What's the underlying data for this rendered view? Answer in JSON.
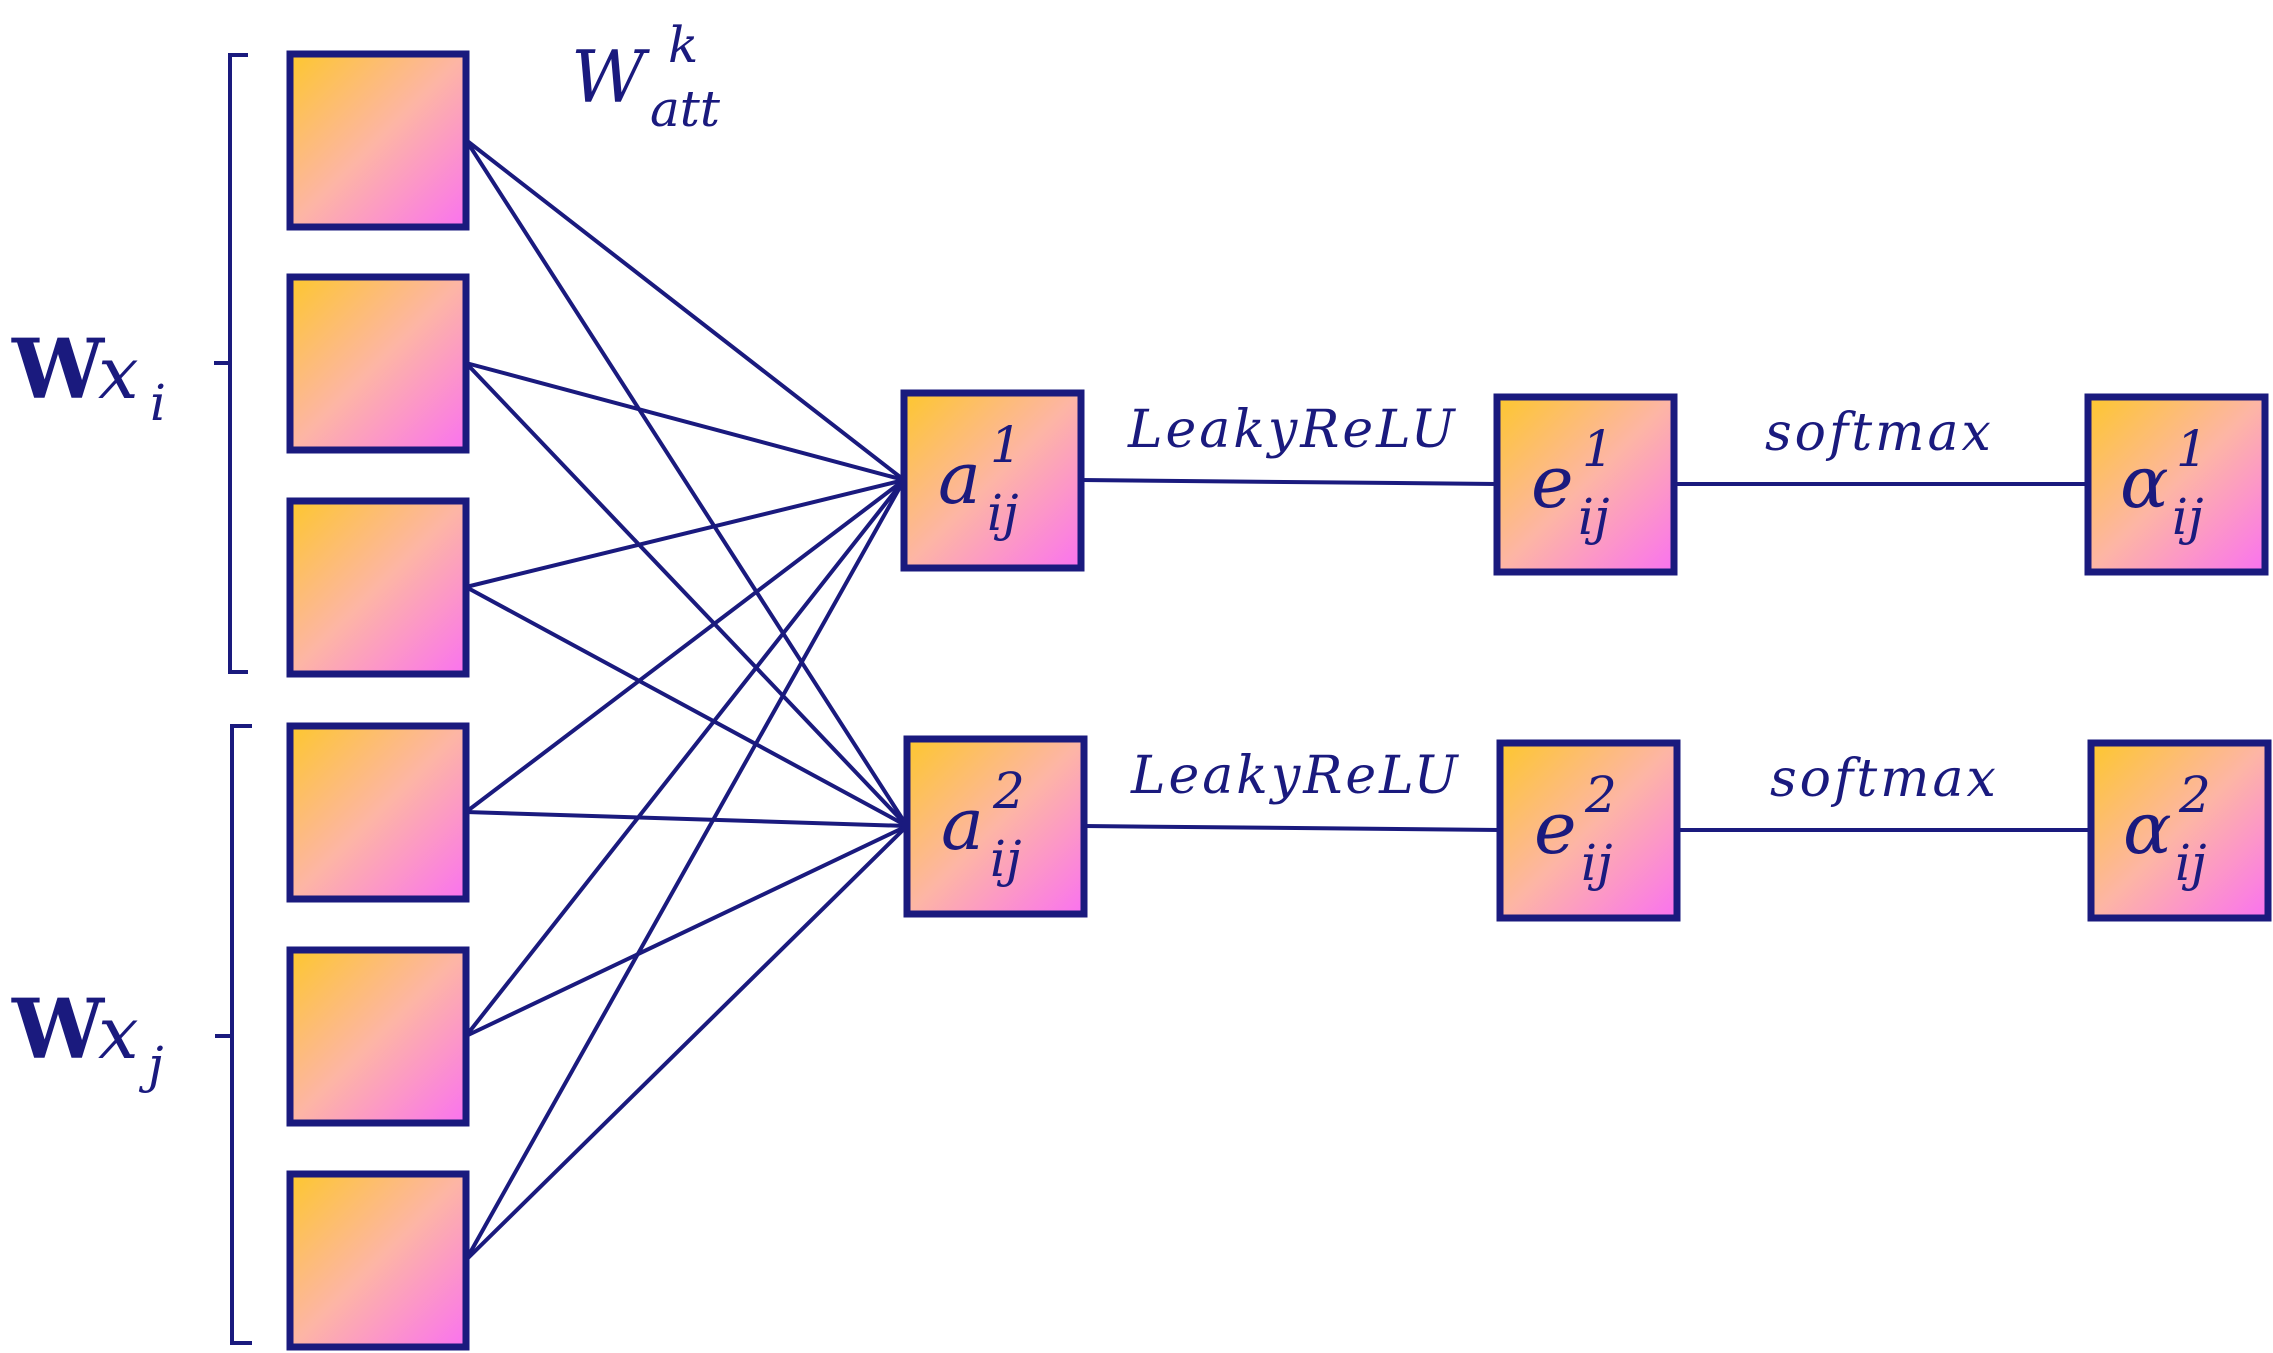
{
  "colors": {
    "stroke": "#1a1a7e",
    "gradient_start": "#fdc72e",
    "gradient_mid": "#fdb5a5",
    "gradient_end": "#fa72f0"
  },
  "labels": {
    "weight": {
      "base": "W",
      "sub": "att",
      "sup": "k"
    },
    "input_i": {
      "bold": "W",
      "var": "x",
      "sub": "i"
    },
    "input_j": {
      "bold": "W",
      "var": "x",
      "sub": "j"
    },
    "a1": {
      "base": "a",
      "sub": "ij",
      "sup": "1"
    },
    "a2": {
      "base": "a",
      "sub": "ij",
      "sup": "2"
    },
    "e1": {
      "base": "e",
      "sub": "ij",
      "sup": "1"
    },
    "e2": {
      "base": "e",
      "sub": "ij",
      "sup": "2"
    },
    "alpha1": {
      "base": "α",
      "sub": "ij",
      "sup": "1"
    },
    "alpha2": {
      "base": "α",
      "sub": "ij",
      "sup": "2"
    },
    "activation_1": "LeakyReLU",
    "activation_2": "LeakyReLU",
    "normalize_1": "softmax",
    "normalize_2": "softmax"
  }
}
